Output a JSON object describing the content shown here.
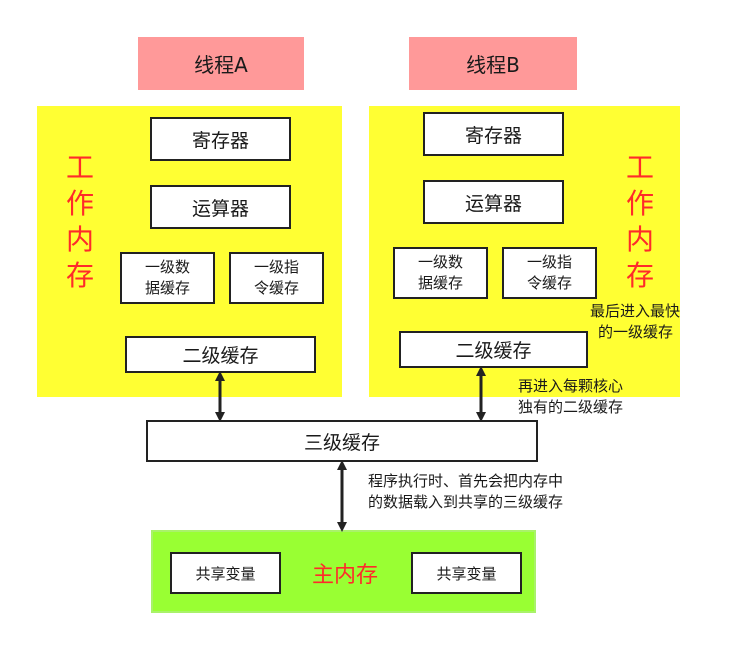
{
  "thread_a": {
    "title": "线程A",
    "work_memory": "工作内存",
    "register": "寄存器",
    "alu": "运算器",
    "l1_data": [
      "一级数",
      "据缓存"
    ],
    "l1_inst": [
      "一级指",
      "令缓存"
    ],
    "l2": "二级缓存"
  },
  "thread_b": {
    "title": "线程B",
    "work_memory": "工作内存",
    "register": "寄存器",
    "alu": "运算器",
    "l1_data": [
      "一级数",
      "据缓存"
    ],
    "l1_inst": [
      "一级指",
      "令缓存"
    ],
    "l2": "二级缓存"
  },
  "l3": "三级缓存",
  "main_memory": {
    "title": "主内存",
    "shared_left": "共享变量",
    "shared_right": "共享变量"
  },
  "notes": {
    "step1": [
      "程序执行时、首先会把内存中",
      "的数据载入到共享的三级缓存"
    ],
    "step2": [
      "再进入每颗核心",
      "独有的二级缓存"
    ],
    "step3": [
      "最后进入最快",
      "的一级缓存"
    ]
  },
  "colors": {
    "thread_header": "#ff9999",
    "work_panel": "#ffff33",
    "main_panel": "#99ff33",
    "accent_text": "#ff2a2a"
  }
}
